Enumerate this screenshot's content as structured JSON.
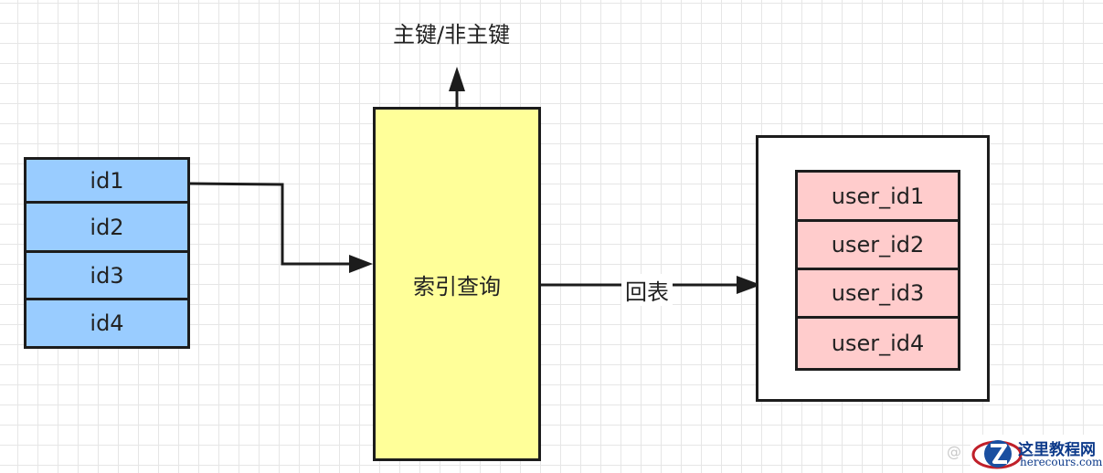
{
  "diagram": {
    "ids": [
      "id1",
      "id2",
      "id3",
      "id4"
    ],
    "query_label": "索引查询",
    "top_label": "主键/非主键",
    "back_label": "回表",
    "user_ids": [
      "user_id1",
      "user_id2",
      "user_id3",
      "user_id4"
    ],
    "colors": {
      "id_fill": "#99ccff",
      "query_fill": "#ffff99",
      "user_fill": "#ffcccc",
      "stroke": "#1c1c1c"
    }
  },
  "watermark": {
    "at": "@",
    "title": "这里教程网",
    "url": "herecours.com"
  }
}
